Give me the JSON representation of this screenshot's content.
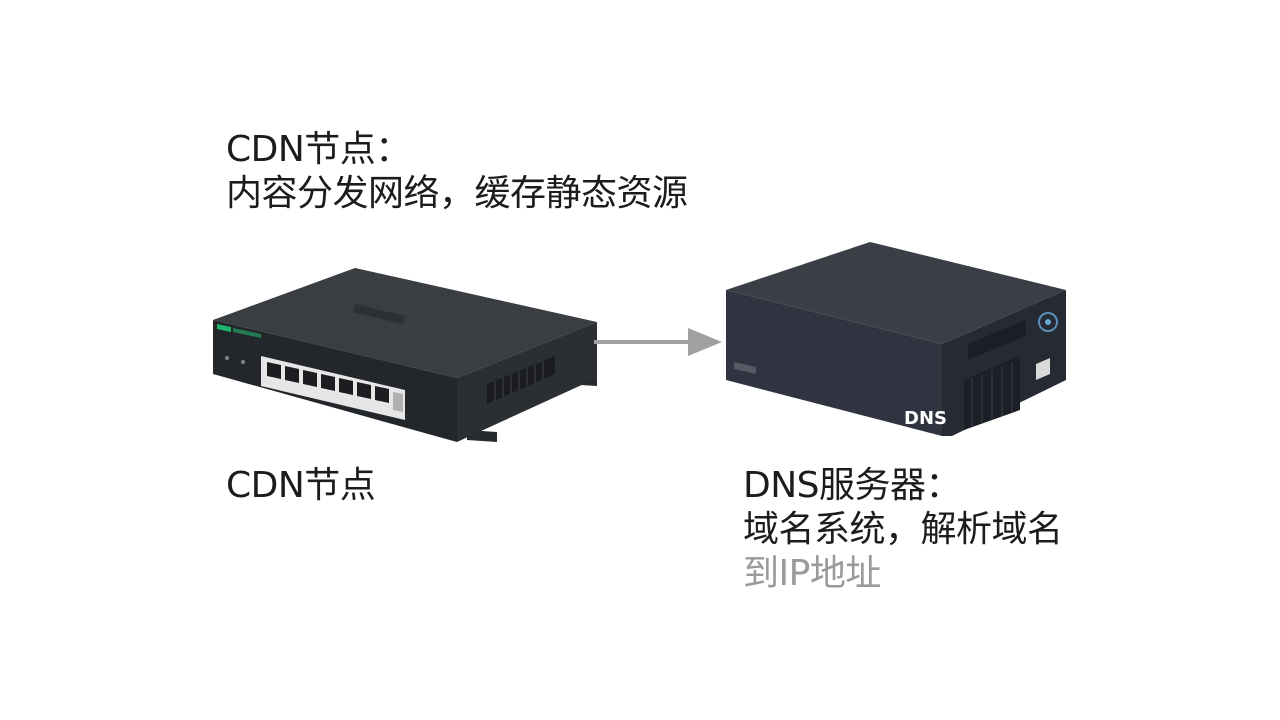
{
  "cdn": {
    "title": "CDN节点：",
    "description": "内容分发网络，缓存静态资源",
    "label": "CDN节点"
  },
  "dns": {
    "title": "DNS服务器：",
    "description_line1": "域名系统，解析域名",
    "description_line2": "到IP地址",
    "device_label": "DNS"
  },
  "colors": {
    "text": "#1c1c1c",
    "faded_text": "#9a9a9a",
    "arrow": "#a0a0a0",
    "device_dark": "#2f3440",
    "device_top": "#3a3e45",
    "switch_accent": "#1fb56a"
  },
  "icons": [
    "network-switch-icon",
    "dns-server-icon",
    "arrow-right-icon"
  ]
}
